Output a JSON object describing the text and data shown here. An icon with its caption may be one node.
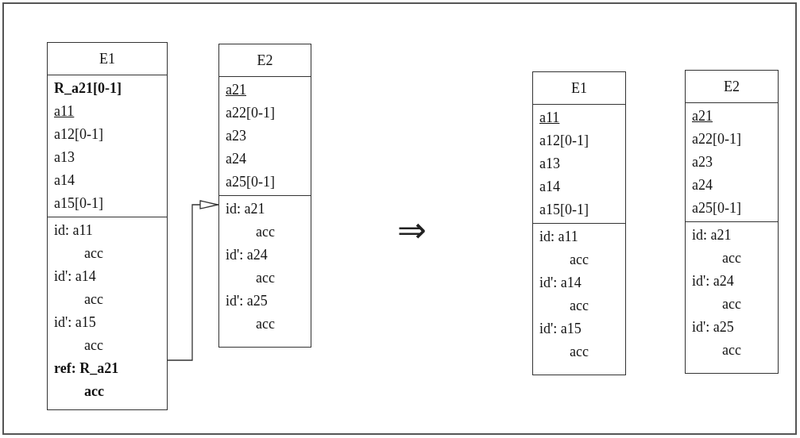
{
  "diagram": {
    "nodes": [
      {
        "text": [
          "E1",
          "R_a21[0-1]",
          "a11",
          "a12[0-1]",
          "a13",
          "a14",
          "a15[0-1]",
          "id: a11",
          "acc",
          "id': a14",
          "acc",
          "id': a15",
          "acc",
          "ref: R_a21",
          "acc"
        ]
      },
      {
        "text": [
          "E2",
          "a21",
          "a22[0-1]",
          "a23",
          "a24",
          "a25[0-1]",
          "id: a21",
          "acc",
          "id': a24",
          "acc",
          "id': a25",
          "acc"
        ]
      },
      {
        "text": [
          "E1",
          "a11",
          "a12[0-1]",
          "a13",
          "a14",
          "a15[0-1]",
          "id: a11",
          "acc",
          "id': a14",
          "acc",
          "id': a15",
          "acc"
        ]
      },
      {
        "text": [
          "E2",
          "a21",
          "a22[0-1]",
          "a23",
          "a24",
          "a25[0-1]",
          "id: a21",
          "acc",
          "id': a24",
          "acc",
          "id': a25",
          "acc"
        ]
      }
    ],
    "edges": [
      {
        "from": 0,
        "to": 1,
        "arrow": "to"
      }
    ],
    "labels": [
      "⇒"
    ]
  }
}
